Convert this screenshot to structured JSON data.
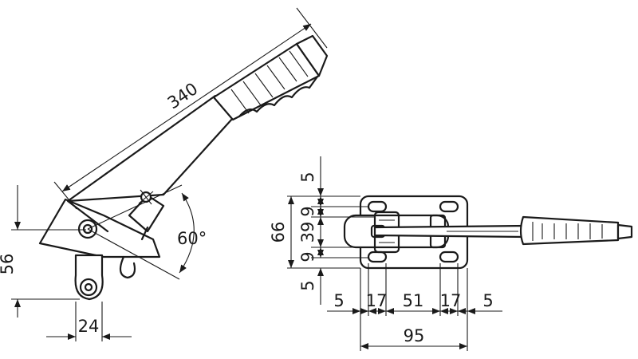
{
  "side_view": {
    "length": "340",
    "height": "56",
    "width": "24",
    "angle": "60°"
  },
  "top_view": {
    "vertical_dims": [
      "5",
      "9",
      "39",
      "9",
      "5"
    ],
    "overall_height": "66",
    "horizontal_dims": [
      "5",
      "17",
      "51",
      "17",
      "5"
    ],
    "overall_width": "95"
  }
}
